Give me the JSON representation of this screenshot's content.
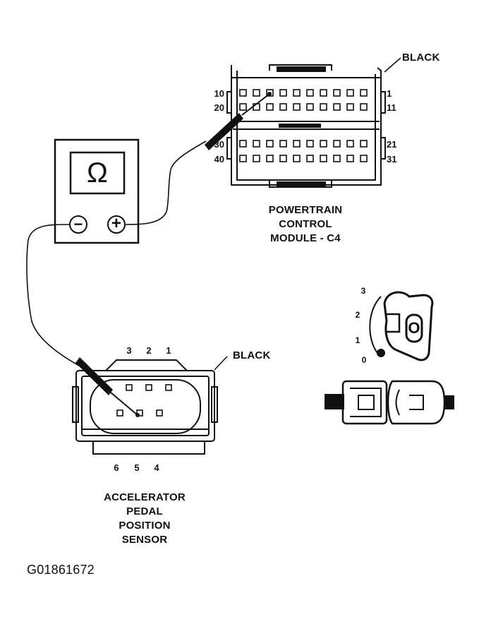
{
  "pcm": {
    "title_lines": [
      "POWERTRAIN",
      "CONTROL",
      "MODULE - C4"
    ],
    "color_label": "BLACK",
    "pin_labels_left": [
      "10",
      "20",
      "30",
      "40"
    ],
    "pin_labels_right": [
      "1",
      "11",
      "21",
      "31"
    ]
  },
  "meter": {
    "display_symbol": "Ω",
    "negative_symbol": "−",
    "positive_symbol": "+"
  },
  "sensor": {
    "title_lines": [
      "ACCELERATOR",
      "PEDAL",
      "POSITION",
      "SENSOR"
    ],
    "color_label": "BLACK",
    "top_pins": [
      "3",
      "2",
      "1"
    ],
    "bottom_pins": [
      "6",
      "5",
      "4"
    ]
  },
  "ignition": {
    "positions": [
      "3",
      "2",
      "1",
      "0"
    ],
    "key_mark": "O"
  },
  "figure_id": "G01861672",
  "colors": {
    "ink": "#111111",
    "background": "#ffffff"
  }
}
